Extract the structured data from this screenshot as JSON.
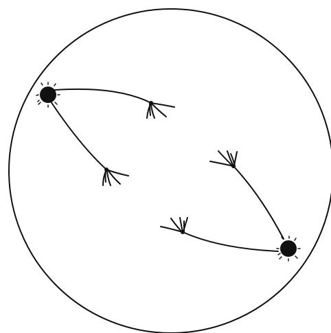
{
  "diagram": {
    "ink_color": "#111111",
    "background_color": "#ffffff",
    "nodes": [
      {
        "name": "left-mass",
        "kind": "dark-blob"
      },
      {
        "name": "right-mass",
        "kind": "dark-blob"
      },
      {
        "name": "top-fork-left-group",
        "kind": "branch-tip"
      },
      {
        "name": "lower-fork-left-group",
        "kind": "branch-tip"
      },
      {
        "name": "upper-fork-right-group",
        "kind": "branch-tip"
      },
      {
        "name": "lower-fork-right-group",
        "kind": "branch-tip"
      }
    ]
  }
}
